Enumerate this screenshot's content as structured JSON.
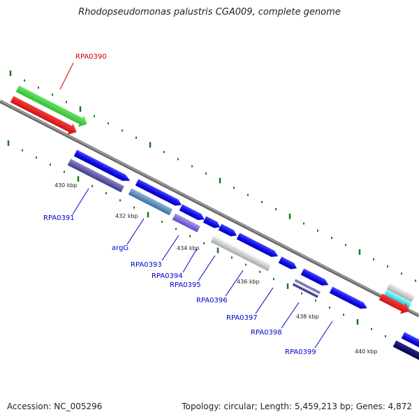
{
  "title": "Rhodopseudomonas palustris CGA009, complete genome",
  "footer": {
    "accession": "Accession: NC_005296",
    "summary": "Topology: circular; Length: 5,459,213 bp; Genes: 4,872"
  },
  "colors": {
    "backbone": "#888888",
    "tick": "#1a7a1a",
    "label_blue": "#0000cc",
    "label_red": "#cc0000"
  },
  "position_labels": [
    "430 kbp",
    "432 kbp",
    "434 kbp",
    "436 kbp",
    "438 kbp",
    "440 kbp"
  ],
  "gene_labels": [
    {
      "text": "RPA0390",
      "color": "red"
    },
    {
      "text": "RPA0391",
      "color": "blue"
    },
    {
      "text": "argG",
      "color": "blue"
    },
    {
      "text": "RPA0393",
      "color": "blue"
    },
    {
      "text": "RPA0394",
      "color": "blue"
    },
    {
      "text": "RPA0395",
      "color": "blue"
    },
    {
      "text": "RPA0396",
      "color": "blue"
    },
    {
      "text": "RPA0397",
      "color": "blue"
    },
    {
      "text": "RPA0398",
      "color": "blue"
    },
    {
      "text": "RPA0399",
      "color": "blue"
    }
  ]
}
